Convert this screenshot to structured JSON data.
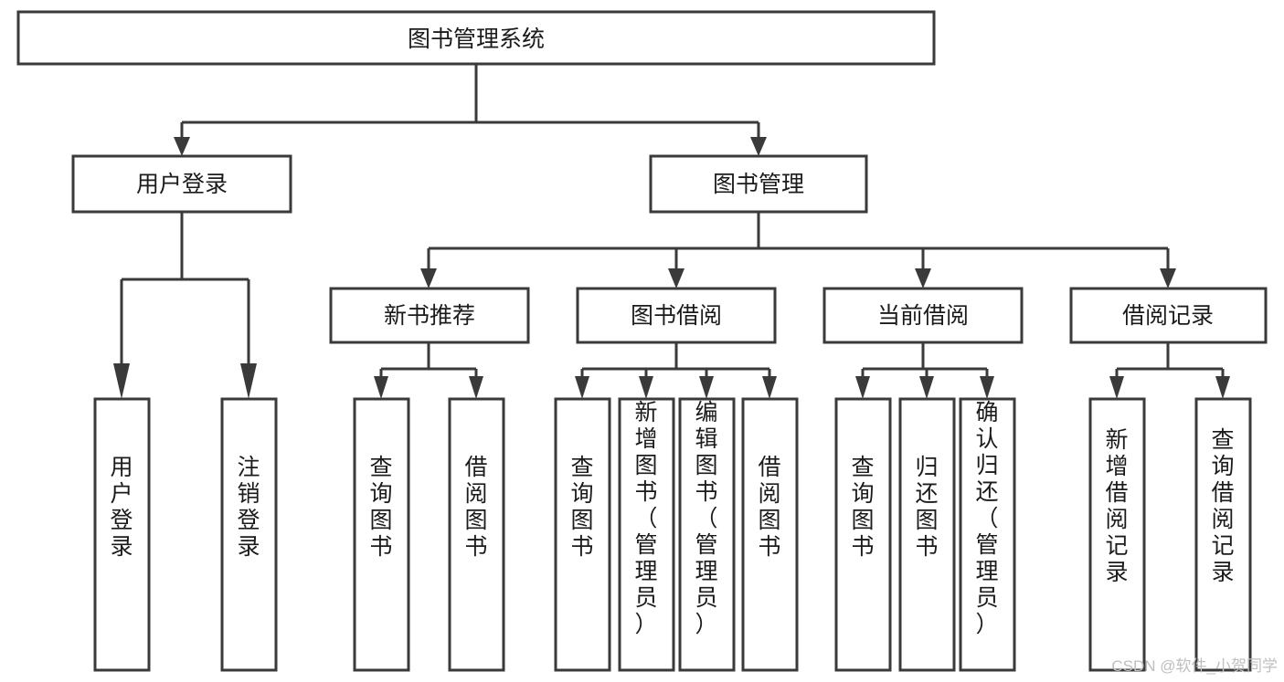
{
  "diagram": {
    "type": "hierarchy-tree",
    "title_node": {
      "id": "root",
      "label": "图书管理系统",
      "level": 0
    },
    "level2": [
      {
        "id": "user-login",
        "label": "用户登录"
      },
      {
        "id": "book-management",
        "label": "图书管理"
      }
    ],
    "level3": [
      {
        "id": "new-book-recommend",
        "label": "新书推荐",
        "parent": "book-management"
      },
      {
        "id": "book-borrow",
        "label": "图书借阅",
        "parent": "book-management"
      },
      {
        "id": "current-borrow",
        "label": "当前借阅",
        "parent": "book-management"
      },
      {
        "id": "borrow-record",
        "label": "借阅记录",
        "parent": "book-management"
      }
    ],
    "leaves": {
      "user-login": [
        {
          "id": "leaf-user-login",
          "label": "用户登录"
        },
        {
          "id": "leaf-user-logout",
          "label": "注销登录"
        }
      ],
      "new-book-recommend": [
        {
          "id": "leaf-query-book-1",
          "label": "查询图书"
        },
        {
          "id": "leaf-borrow-book-1",
          "label": "借阅图书"
        }
      ],
      "book-borrow": [
        {
          "id": "leaf-query-book-2",
          "label": "查询图书"
        },
        {
          "id": "leaf-add-book",
          "label": "新增图书（管理员）"
        },
        {
          "id": "leaf-edit-book",
          "label": "编辑图书（管理员）"
        },
        {
          "id": "leaf-borrow-book-2",
          "label": "借阅图书"
        }
      ],
      "current-borrow": [
        {
          "id": "leaf-query-book-3",
          "label": "查询图书"
        },
        {
          "id": "leaf-return-book",
          "label": "归还图书"
        },
        {
          "id": "leaf-confirm-return",
          "label": "确认归还（管理员）"
        }
      ],
      "borrow-record": [
        {
          "id": "leaf-add-record",
          "label": "新增借阅记录"
        },
        {
          "id": "leaf-query-record",
          "label": "查询借阅记录"
        }
      ]
    }
  },
  "watermark": {
    "text": "CSDN @软件_小贺同学"
  },
  "colors": {
    "box_stroke": "#3a3a3a",
    "box_fill": "#ffffff",
    "text": "#1b1b1b",
    "watermark": "#bfbfbf",
    "background": "#ffffff"
  }
}
